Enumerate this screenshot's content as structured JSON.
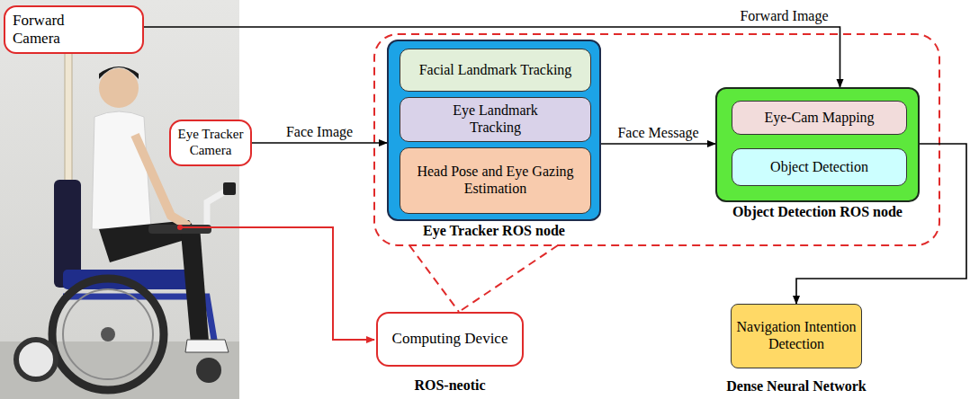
{
  "diagram": {
    "nodes": [
      {
        "text": [
          "Forward Camera"
        ]
      },
      {
        "text": [
          "Eye Tracker Camera"
        ]
      },
      {
        "text": [
          "Eye Tracker ROS node"
        ]
      },
      {
        "text": [
          "Facial Landmark Tracking"
        ],
        "in": 2
      },
      {
        "text": [
          "Eye Landmark Tracking"
        ],
        "in": 2
      },
      {
        "text": [
          "Head Pose and Eye Gazing Estimation"
        ],
        "in": 2
      },
      {
        "text": [
          "Object Detection ROS node"
        ]
      },
      {
        "text": [
          "Eye-Cam Mapping"
        ],
        "in": 6
      },
      {
        "text": [
          "Object Detection"
        ],
        "in": 6
      },
      {
        "text": [
          "Navigation Intention Detection",
          "Dense Neural Network"
        ]
      },
      {
        "text": [
          "Computing Device",
          "ROS-neotic"
        ]
      }
    ],
    "edges": [
      {
        "from": 0,
        "to": 6,
        "label": "Forward Image",
        "arrow": "to"
      },
      {
        "from": 1,
        "to": 2,
        "label": "Face Image",
        "arrow": "to"
      },
      {
        "from": 2,
        "to": 6,
        "label": "Face Message",
        "arrow": "to"
      },
      {
        "from": 6,
        "to": 9,
        "arrow": "to"
      }
    ]
  }
}
